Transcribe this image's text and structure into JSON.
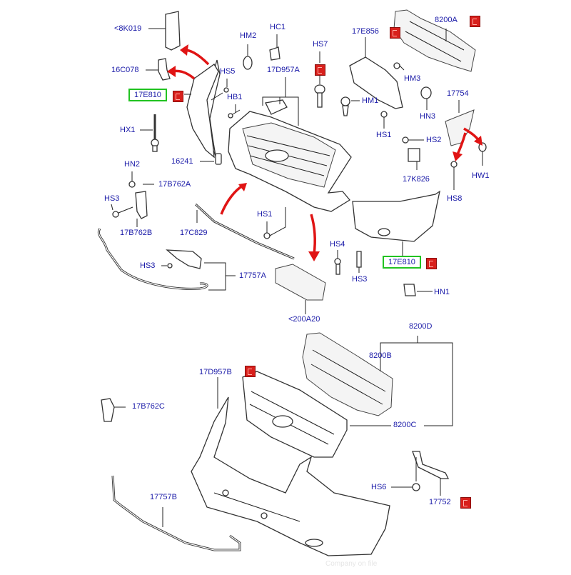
{
  "diagram": {
    "title": "Front bumper and radiator grille exploded parts diagram",
    "label_color": "#1a1aa8",
    "highlight_color": "#22c322",
    "marker_color": "#d8201c",
    "arrow_color": "#e01414",
    "watermark": "Company on file",
    "labels": {
      "p8K019": "<8K019",
      "p16C078": "16C078",
      "p17E810_a": "17E810",
      "p17E810_b": "17E810",
      "HX1": "HX1",
      "HN2": "HN2",
      "HS3_a": "HS3",
      "p17B762A": "17B762A",
      "p17B762B": "17B762B",
      "p17C829": "17C829",
      "HS3_b": "HS3",
      "p17757A": "17757A",
      "HM2": "HM2",
      "HC1": "HC1",
      "HS5": "HS5",
      "p17D957A": "17D957A",
      "HB1": "HB1",
      "p16241": "16241",
      "HS7": "HS7",
      "p17E856": "17E856",
      "p8200A": "8200A",
      "HM3": "HM3",
      "HM1": "HM1",
      "HN3": "HN3",
      "p17754": "17754",
      "HS1_a": "HS1",
      "HS2": "HS2",
      "p17K826": "17K826",
      "HW1": "HW1",
      "HS8": "HS8",
      "HS1_b": "HS1",
      "HS4": "HS4",
      "HS3_c": "HS3",
      "HN1": "HN1",
      "p200A20": "<200A20",
      "p8200D": "8200D",
      "p8200B": "8200B",
      "p8200C": "8200C",
      "p17D957B": "17D957B",
      "p17B762C": "17B762C",
      "HS6": "HS6",
      "p17752": "17752",
      "p17757B": "17757B"
    },
    "highlighted_parts": [
      "17E810 (left fender bracket)",
      "17E810 (bumper end cap)"
    ],
    "marked_parts": [
      "17E810",
      "HS7",
      "17E856",
      "8200A",
      "17E810",
      "17D957B",
      "17752"
    ]
  }
}
